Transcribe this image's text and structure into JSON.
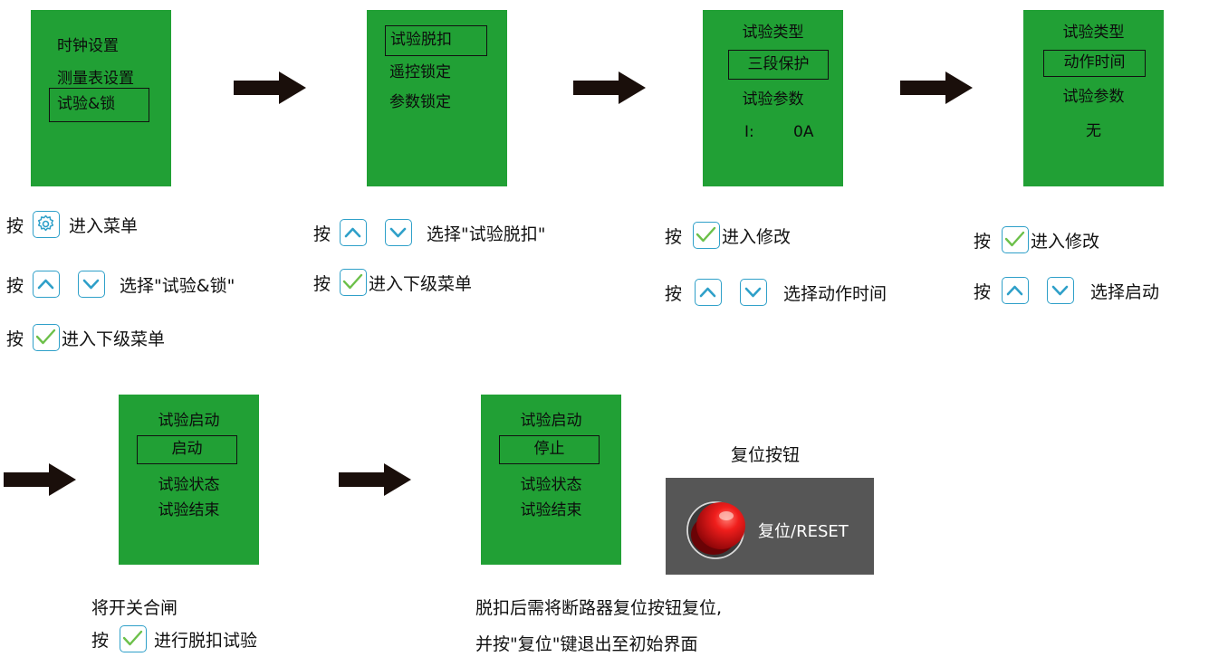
{
  "screens": {
    "s1": {
      "lines": [
        "时钟设置",
        "测量表设置"
      ],
      "selected": "试验&锁"
    },
    "s2": {
      "selected": "试验脱扣",
      "lines": [
        "遥控锁定",
        "参数锁定"
      ]
    },
    "s3": {
      "title": "试验类型",
      "selected": "三段保护",
      "param_title": "试验参数",
      "param_label": "I:",
      "param_value": "0A"
    },
    "s4": {
      "title": "试验类型",
      "selected": "动作时间",
      "param_title": "试验参数",
      "param_value": "无"
    },
    "s5": {
      "title": "试验启动",
      "selected": "启动",
      "status_title": "试验状态",
      "status_value": "试验结束"
    },
    "s6": {
      "title": "试验启动",
      "selected": "停止",
      "status_title": "试验状态",
      "status_value": "试验结束"
    }
  },
  "steps": {
    "c1": {
      "r1_pre": "按",
      "r1_post": "进入菜单",
      "r2_pre": "按",
      "r2_post": "选择\"试验&锁\"",
      "r3_pre": "按",
      "r3_post": "进入下级菜单"
    },
    "c2": {
      "r1_pre": "按",
      "r1_post": "选择\"试验脱扣\"",
      "r2_pre": "按",
      "r2_post": "进入下级菜单"
    },
    "c3": {
      "r1_pre": "按",
      "r1_post": "进入修改",
      "r2_pre": "按",
      "r2_post": "选择动作时间"
    },
    "c4": {
      "r1_pre": "按",
      "r1_post": "进入修改",
      "r2_pre": "按",
      "r2_post": "选择启动"
    },
    "c5": {
      "r1": "将开关合闸",
      "r2_pre": "按",
      "r2_post": "进行脱扣试验"
    },
    "c6": {
      "r1": "脱扣后需将断路器复位按钮复位,",
      "r2": "并按\"复位\"键退出至初始界面"
    }
  },
  "reset": {
    "caption": "复位按钮",
    "button_label": "复位/RESET"
  },
  "icons": [
    "settings-icon",
    "up-chevron-icon",
    "down-chevron-icon",
    "check-icon",
    "right-arrow-icon"
  ],
  "colors": {
    "screen_green": "#21a035",
    "key_border": "#2fa0c9",
    "check_green": "#6cc04a",
    "panel_gray": "#565656",
    "reset_red": "#e3161b"
  }
}
